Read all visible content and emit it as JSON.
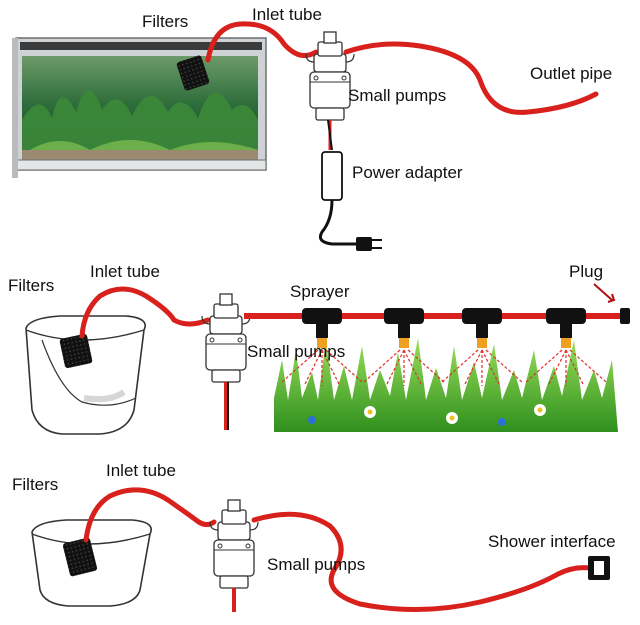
{
  "panel_top": {
    "filters": "Filters",
    "inlet_tube": "Inlet tube",
    "small_pumps": "Small pumps",
    "outlet_pipe": "Outlet pipe",
    "power_adapter": "Power adapter"
  },
  "panel_middle": {
    "filters": "Filters",
    "inlet_tube": "Inlet tube",
    "sprayer": "Sprayer",
    "plug": "Plug",
    "small_pumps": "Small pumps"
  },
  "panel_bottom": {
    "filters": "Filters",
    "inlet_tube": "Inlet tube",
    "small_pumps": "Small pumps",
    "shower_interface": "Shower interface"
  },
  "colors": {
    "tube": "#d8201c",
    "cable": "#111111",
    "grass": "#4fae2e",
    "spray": "#e0302a",
    "nozzle": "#f0a020",
    "tank_water": "#2f6e3c"
  }
}
